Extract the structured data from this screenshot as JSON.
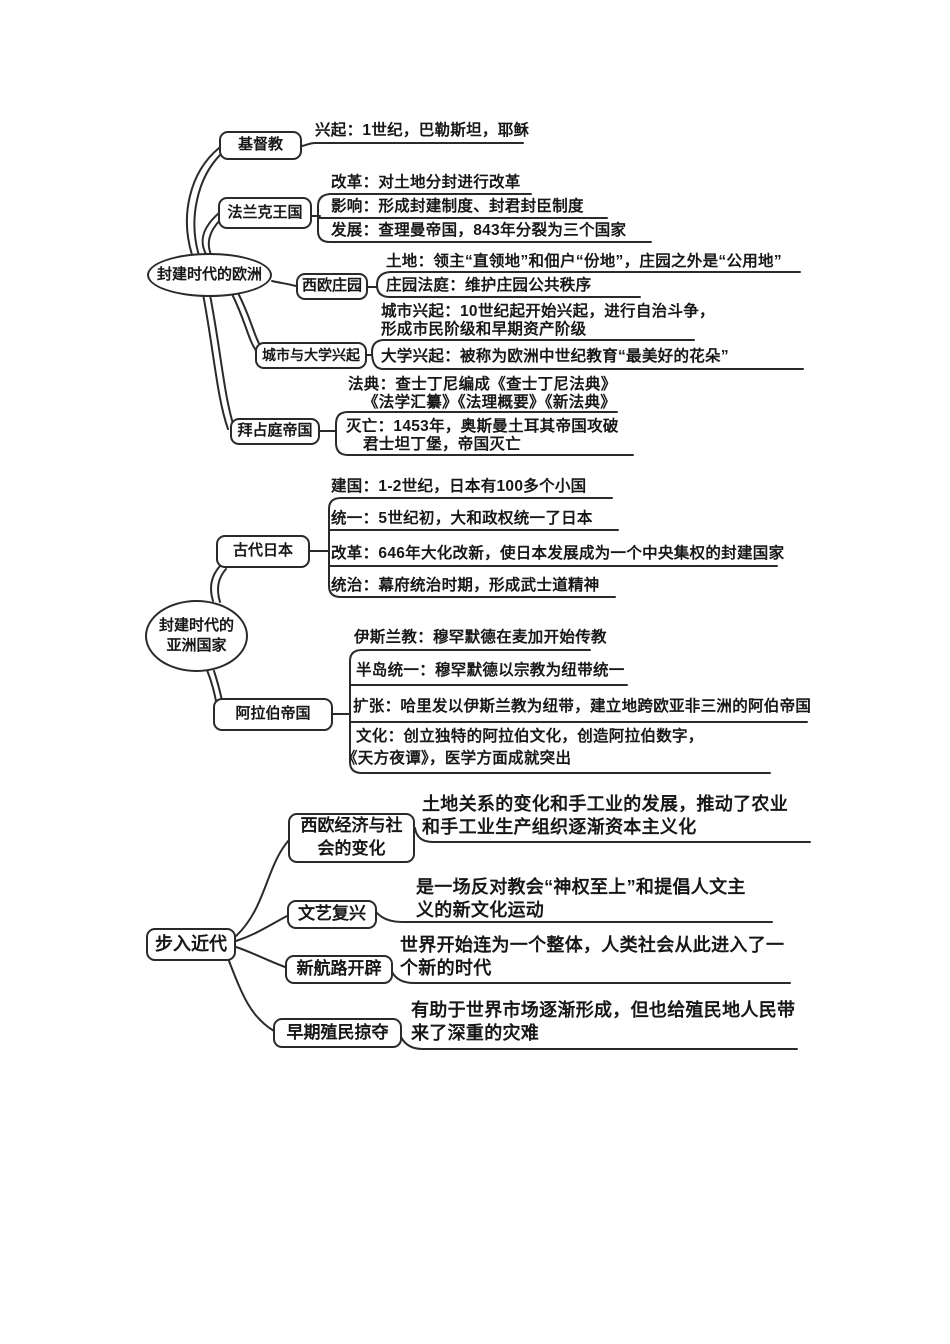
{
  "colors": {
    "ink": "#2a2a2a",
    "background": "#ffffff"
  },
  "sections": [
    {
      "root": "封建时代的欧洲",
      "branches": [
        {
          "label": "基督教",
          "leaves": [
            {
              "lines": [
                "兴起：1世纪，巴勒斯坦，耶稣"
              ]
            }
          ]
        },
        {
          "label": "法兰克王国",
          "leaves": [
            {
              "lines": [
                "改革：对土地分封进行改革"
              ]
            },
            {
              "lines": [
                "影响：形成封建制度、封君封臣制度"
              ]
            },
            {
              "lines": [
                "发展：查理曼帝国，843年分裂为三个国家"
              ]
            }
          ]
        },
        {
          "label": "西欧庄园",
          "leaves": [
            {
              "lines": [
                "土地：领主“直领地”和佃户“份地”，庄园之外是“公用地”"
              ]
            },
            {
              "lines": [
                "庄园法庭：维护庄园公共秩序"
              ]
            }
          ]
        },
        {
          "label": "城市与大学兴起",
          "leaves": [
            {
              "lines": [
                "城市兴起：10世纪起开始兴起，进行自治斗争，",
                "形成市民阶级和早期资产阶级"
              ]
            },
            {
              "lines": [
                "大学兴起：被称为欧洲中世纪教育“最美好的花朵”"
              ]
            }
          ]
        },
        {
          "label": "拜占庭帝国",
          "leaves": [
            {
              "lines": [
                "法典：查士丁尼编成《查士丁尼法典》",
                "《法学汇纂》《法理概要》《新法典》"
              ]
            },
            {
              "lines": [
                "灭亡：1453年，奥斯曼土耳其帝国攻破",
                "君士坦丁堡，帝国灭亡"
              ]
            }
          ]
        }
      ]
    },
    {
      "root": "封建时代的亚洲国家",
      "branches": [
        {
          "label": "古代日本",
          "leaves": [
            {
              "lines": [
                "建国：1-2世纪，日本有100多个小国"
              ]
            },
            {
              "lines": [
                "统一：5世纪初，大和政权统一了日本"
              ]
            },
            {
              "lines": [
                "改革：646年大化改新，使日本发展成为一个中央集权的封建国家"
              ]
            },
            {
              "lines": [
                "统治：幕府统治时期，形成武士道精神"
              ]
            }
          ]
        },
        {
          "label": "阿拉伯帝国",
          "leaves": [
            {
              "lines": [
                "伊斯兰教：穆罕默德在麦加开始传教"
              ]
            },
            {
              "lines": [
                "半岛统一：穆罕默德以宗教为纽带统一"
              ]
            },
            {
              "lines": [
                "扩张：哈里发以伊斯兰教为纽带，建立地跨欧亚非三洲的阿伯帝国"
              ]
            },
            {
              "lines": [
                "文化：创立独特的阿拉伯文化，创造阿拉伯数字，",
                "《天方夜谭》，医学方面成就突出"
              ]
            }
          ]
        }
      ]
    },
    {
      "root": "步入近代",
      "branches": [
        {
          "label": "西欧经济与社会的变化",
          "leaves": [
            {
              "lines": [
                "土地关系的变化和手工业的发展，推动了农业",
                "和手工业生产组织逐渐资本主义化"
              ]
            }
          ]
        },
        {
          "label": "文艺复兴",
          "leaves": [
            {
              "lines": [
                "是一场反对教会“神权至上”和提倡人文主",
                "义的新文化运动"
              ]
            }
          ]
        },
        {
          "label": "新航路开辟",
          "leaves": [
            {
              "lines": [
                "世界开始连为一个整体，人类社会从此进入了一",
                "个新的时代"
              ]
            }
          ]
        },
        {
          "label": "早期殖民掠夺",
          "leaves": [
            {
              "lines": [
                "有助于世界市场逐渐形成，但也给殖民地人民带",
                "来了深重的灾难"
              ]
            }
          ]
        }
      ]
    }
  ]
}
